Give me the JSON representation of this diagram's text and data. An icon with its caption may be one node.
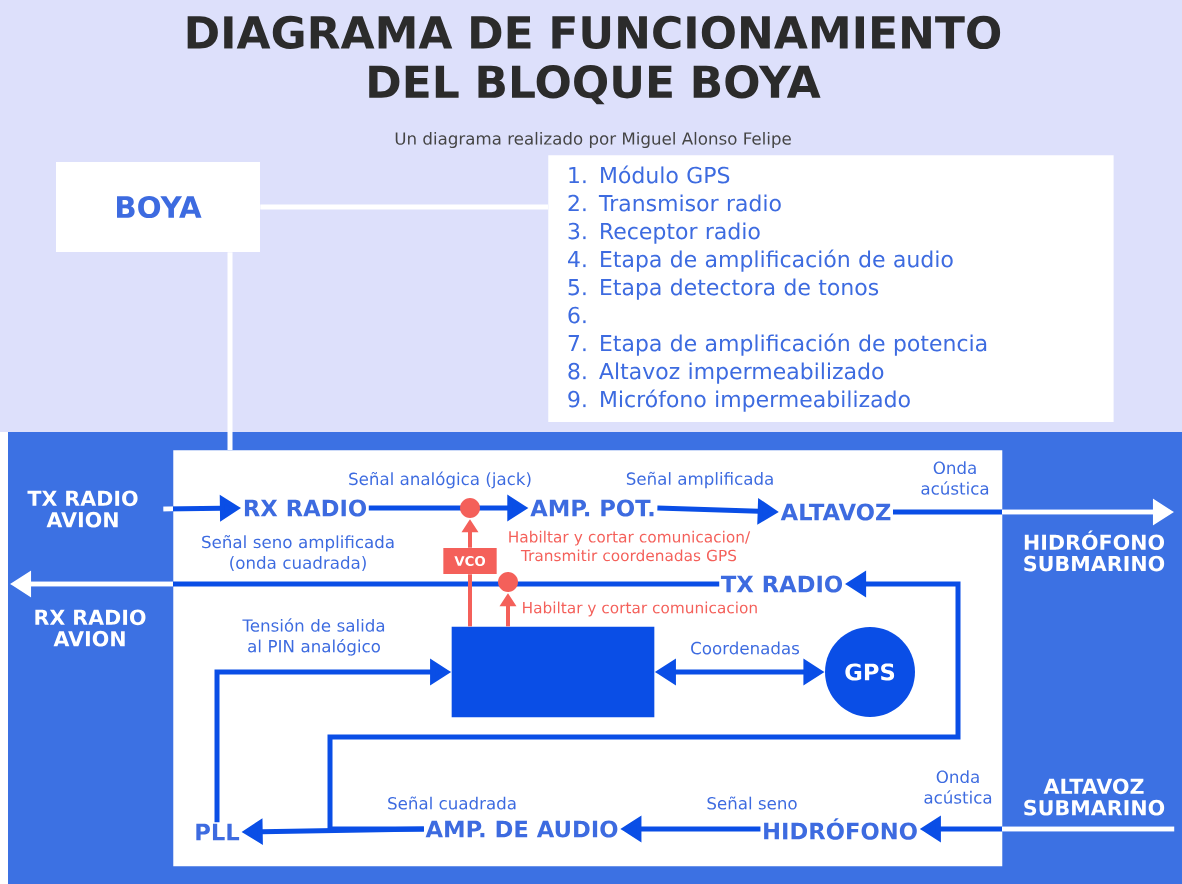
{
  "diagram": {
    "title": "DIAGRAMA DE FUNCIONAMIENTO DEL BLOQUE BOYA",
    "nodes": [
      {
        "text": [
          "BOYA"
        ]
      },
      {
        "text": [
          "1. Módulo GPS",
          "2. Transmisor radio",
          "3. Receptor radio",
          "4. Etapa de amplificación de audio",
          "5. Etapa detectora de tonos",
          "6.",
          "7. Etapa de amplificación de potencia",
          "8. Altavoz impermeabilizado",
          "9. Micrófono impermeabilizado"
        ]
      },
      {
        "text": [],
        "shape": "box"
      },
      {
        "text": [
          "TX RADIO AVION"
        ]
      },
      {
        "text": [
          "RX RADIO"
        ],
        "in": 2
      },
      {
        "text": [
          "AMP. POT."
        ],
        "in": 2
      },
      {
        "text": [
          "ALTAVOZ"
        ],
        "in": 2
      },
      {
        "text": [
          "HIDRÓFONO SUBMARINO"
        ]
      },
      {
        "text": [
          "RX RADIO AVION"
        ]
      },
      {
        "text": [
          "TX RADIO"
        ],
        "in": 2
      },
      {
        "text": [
          "VCO"
        ],
        "in": 2
      },
      {
        "text": [],
        "shape": "box",
        "in": 2
      },
      {
        "text": [
          "GPS"
        ],
        "in": 2
      },
      {
        "text": [
          "PLL"
        ],
        "in": 2
      },
      {
        "text": [
          "AMP. DE AUDIO"
        ],
        "in": 2
      },
      {
        "text": [
          "HIDRÓFONO"
        ],
        "in": 2
      },
      {
        "text": [
          "ALTAVOZ SUBMARINO"
        ]
      }
    ],
    "edges": [
      {
        "from": 0,
        "to": 1,
        "arrow": "none",
        "color": "#ffffff"
      },
      {
        "from": 0,
        "to": 2,
        "arrow": "none",
        "color": "#ffffff"
      },
      {
        "from": 3,
        "to": 4,
        "arrow": "to"
      },
      {
        "from": 4,
        "to": 5,
        "arrow": "to",
        "label": "Señal analógica (jack)"
      },
      {
        "from": 5,
        "to": 6,
        "arrow": "to",
        "label": "Señal amplificada"
      },
      {
        "from": 6,
        "to": 7,
        "arrow": "to",
        "label": "Onda acústica"
      },
      {
        "from": 9,
        "to": 8,
        "arrow": "to",
        "label": "Señal seno amplificada (onda cuadrada)"
      },
      {
        "from": 11,
        "to": 10,
        "arrow": "none",
        "color": "#f4605a"
      },
      {
        "from": 10,
        "to": null,
        "arrow": "to",
        "color": "#f4605a",
        "label": "Habiltar y cortar comunicacion/ Transmitir coordenadas GPS"
      },
      {
        "from": 11,
        "to": null,
        "arrow": "to",
        "color": "#f4605a",
        "label": "Habiltar y cortar comunicacion"
      },
      {
        "from": 11,
        "to": 12,
        "arrow": "both",
        "label": "Coordenadas"
      },
      {
        "from": 13,
        "to": 11,
        "arrow": "to",
        "label": "Tensión de salida al PIN analógico"
      },
      {
        "from": 14,
        "to": 13,
        "arrow": "to",
        "label": "Señal cuadrada"
      },
      {
        "from": 14,
        "to": 9,
        "arrow": "to"
      },
      {
        "from": 15,
        "to": 14,
        "arrow": "to",
        "label": "Señal seno"
      },
      {
        "from": 16,
        "to": 15,
        "arrow": "to",
        "label": "Onda acústica"
      }
    ],
    "labels": [
      "Un diagrama realizado por Miguel Alonso Felipe"
    ]
  }
}
